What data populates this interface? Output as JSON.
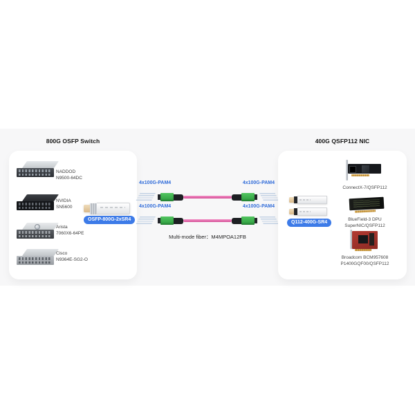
{
  "colors": {
    "band_background": "#f7f7f8",
    "panel_background": "#ffffff",
    "accent_pill_blue": "#3d7be8",
    "link_label_blue": "#2f6bd9",
    "cable_pink": "#d44d95",
    "mpo_connector_green": "#3cb54c"
  },
  "left_panel": {
    "title": "800G OSFP Switch",
    "switches": [
      {
        "vendor": "NADDOD",
        "model": "N9500-64DC"
      },
      {
        "vendor": "NVIDIA",
        "model": "SN5600"
      },
      {
        "vendor": "Arista",
        "model": "7060X6-64PE"
      },
      {
        "vendor": "Cisco",
        "model": "N9364E-SG2-O"
      }
    ],
    "transceiver": {
      "label": "OSFP-800G-2xSR4"
    }
  },
  "links": {
    "cables": [
      {
        "left_label": "4x100G-PAM4",
        "right_label": "4x100G-PAM4"
      },
      {
        "left_label": "4x100G-PAM4",
        "right_label": "4x100G-PAM4"
      }
    ],
    "fiber_note": "Multi-mode fiber：M4MPOA12FB"
  },
  "right_panel": {
    "title": "400G QSFP112 NIC",
    "transceiver": {
      "label": "Q112-400G-SR4"
    },
    "nics": [
      {
        "line1": "ConnectX-7/QSFP112",
        "line2": ""
      },
      {
        "line1": "BlueField-3 DPU",
        "line2": "SuperNIC/QSFP112"
      },
      {
        "line1": "Broadcom BCM957608",
        "line2": "P1400GQF00/QSFP112"
      }
    ]
  }
}
